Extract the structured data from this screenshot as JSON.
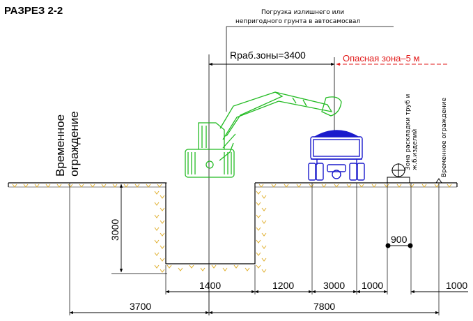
{
  "title": "РАЗРЕЗ 2-2",
  "loading_note_line1": "Погрузка излишнего или",
  "loading_note_line2": "непригодного грунта в автосамосвал",
  "work_zone": "Rраб.зоны=3400",
  "danger_zone": "Опасная зона–5 м",
  "fence_left_line1": "Временное",
  "fence_left_line2": "ограждение",
  "pipe_zone_line1": "Зона раскладки труб и",
  "pipe_zone_line2": "ж.б.изделий",
  "fence_right": "Временное ограждение",
  "dims": {
    "depth": "3000",
    "trench_width": "1400",
    "berm": "1200",
    "truck_zone": "3000",
    "pipe_gap": "1000",
    "pipe_dim": "900",
    "fence_gap": "1000",
    "left_total": "3700",
    "right_total": "7800"
  },
  "colors": {
    "excavator": "#22bb22",
    "truck": "#1a1acc",
    "danger": "#e21818",
    "soil_hatch": "#e0b030"
  }
}
